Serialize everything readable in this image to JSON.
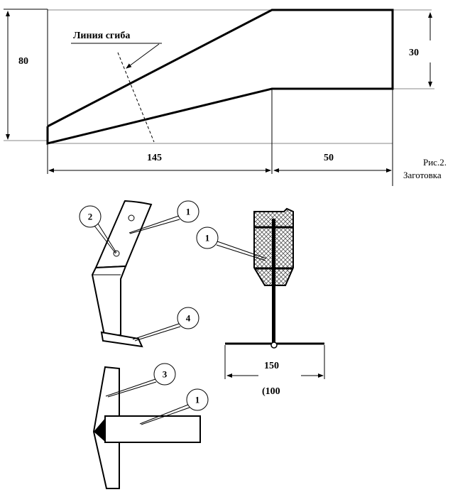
{
  "blank": {
    "dim_height": "80",
    "dim_width_left": "145",
    "dim_width_right": "50",
    "dim_height_right": "30",
    "bend_line_label": "Линия сгиба",
    "caption_line1": "Рис.2.",
    "caption_line2": "Заготовка"
  },
  "assembly": {
    "callouts": [
      "1",
      "2",
      "1",
      "4",
      "3",
      "1"
    ],
    "dim_span": "150",
    "dim_span_alt": "(100"
  }
}
